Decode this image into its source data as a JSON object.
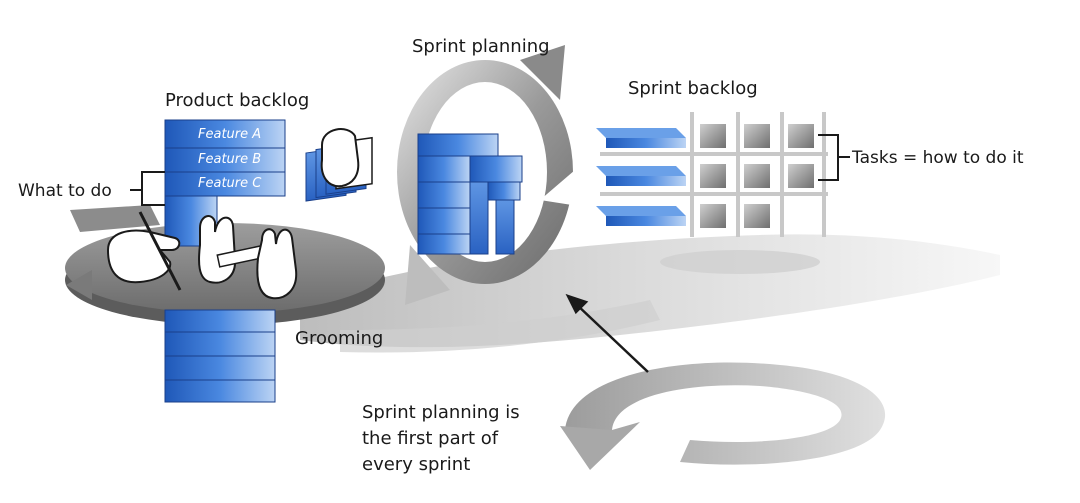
{
  "labels": {
    "product_backlog": "Product backlog",
    "sprint_planning": "Sprint planning",
    "sprint_backlog": "Sprint backlog",
    "what_to_do": "What to do",
    "tasks": "Tasks = how to do it",
    "grooming": "Grooming",
    "note": [
      "Sprint planning is",
      "the first part of",
      "every sprint"
    ]
  },
  "features": [
    "Feature A",
    "Feature B",
    "Feature C"
  ],
  "colors": {
    "blue": "#2f6fd0",
    "blue_light": "#6aa0e8",
    "grey_dark": "#6e6e6e",
    "grey_light": "#d8d8d8",
    "ink": "#1a1a1a"
  }
}
